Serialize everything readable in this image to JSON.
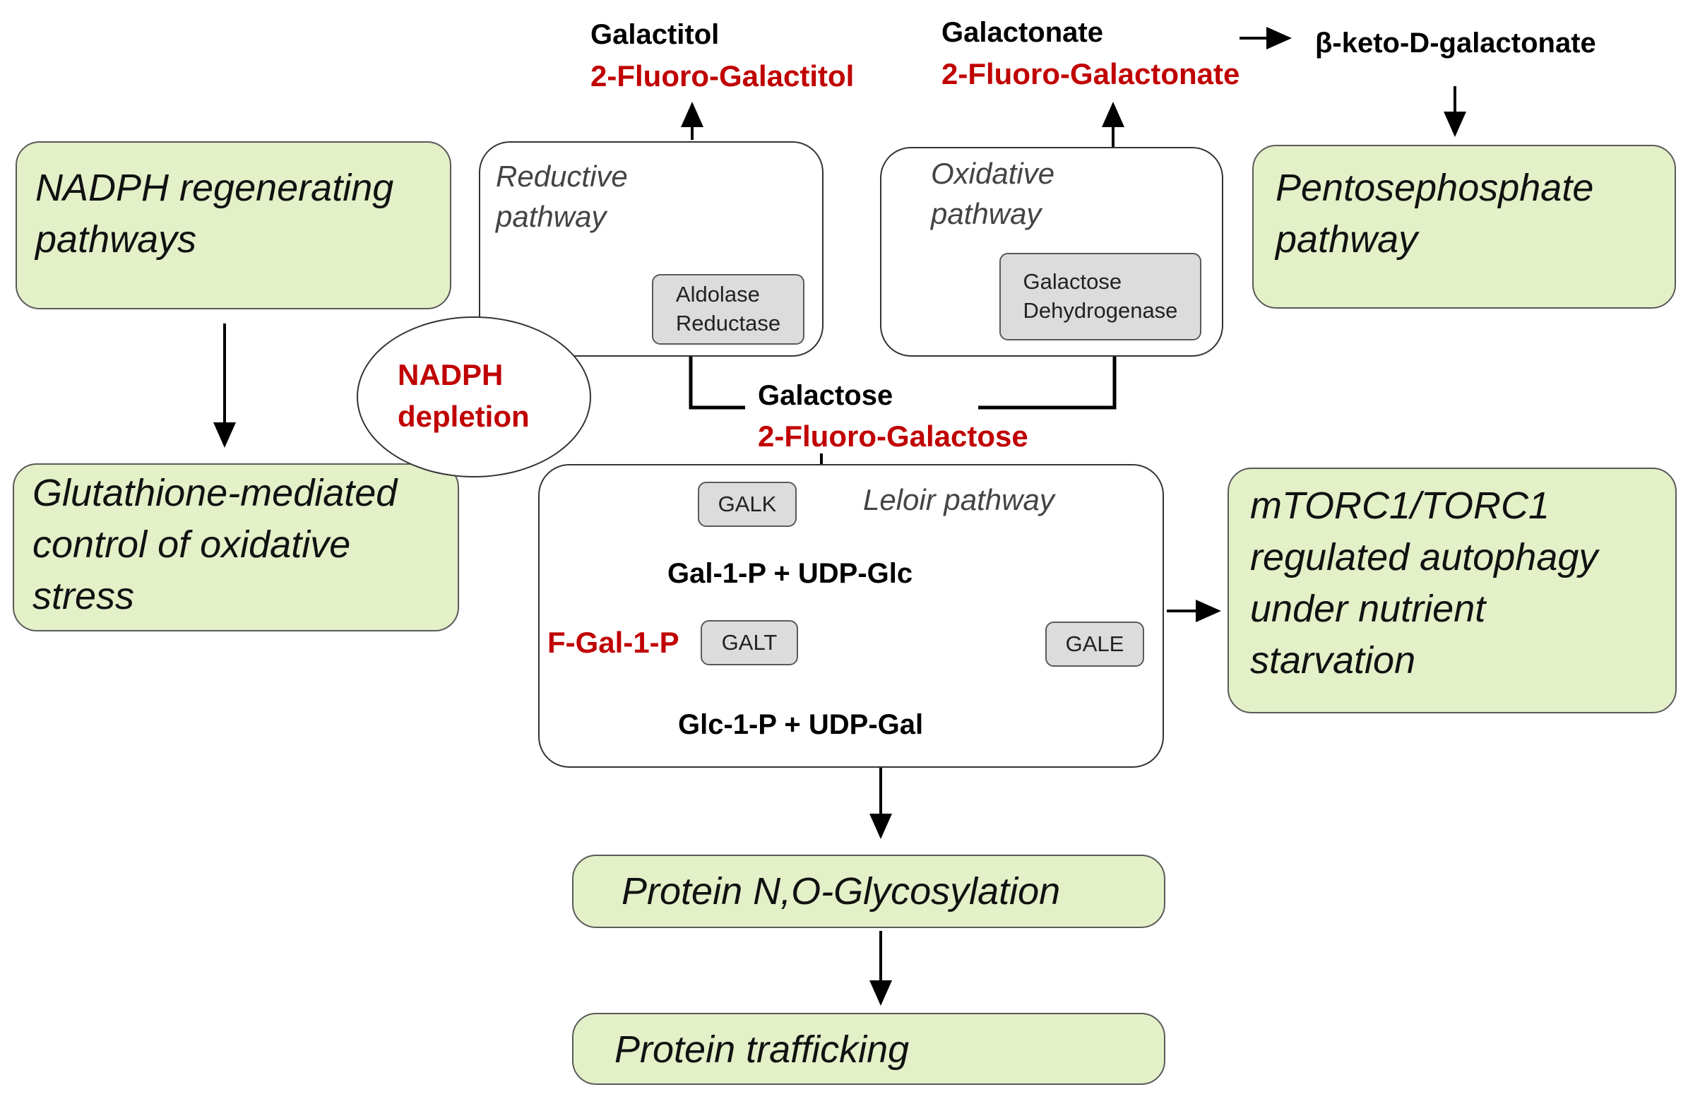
{
  "metabolites": {
    "galactitol": "Galactitol",
    "fluoro_galactitol": "2-Fluoro-Galactitol",
    "galactonate": "Galactonate",
    "fluoro_galactonate": "2-Fluoro-Galactonate",
    "beta_keto": "β-keto-D-galactonate",
    "galactose": "Galactose",
    "fluoro_galactose": "2-Fluoro-Galactose",
    "gal1p_udpglc": "Gal-1-P + UDP-Glc",
    "glc1p_udpgal": "Glc-1-P + UDP-Gal",
    "fgal1p": "F-Gal-1-P"
  },
  "pathways": {
    "reductive": {
      "title": "Reductive\npathway",
      "enzyme": "Aldolase\nReductase"
    },
    "oxidative": {
      "title": "Oxidative\npathway",
      "enzyme": "Galactose\nDehydrogenase"
    },
    "leloir": {
      "title": "Leloir pathway"
    }
  },
  "enzymes": {
    "galk": "GALK",
    "galt": "GALT",
    "gale": "GALE"
  },
  "nadph_depletion": "NADPH\ndepletion",
  "processes": {
    "nadph_regen": "NADPH regenerating\npathways",
    "glutathione": "Glutathione-mediated\ncontrol of oxidative\nstress",
    "pentose": "Pentosephosphate\npathway",
    "mtorc": "mTORC1/TORC1\nregulated autophagy\nunder nutrient\nstarvation",
    "glycosylation": "Protein N,O-Glycosylation",
    "trafficking": "Protein trafficking"
  },
  "colors": {
    "green_box": "#e3f0c8",
    "enzyme_box": "#dcdcdc",
    "fluoro_text": "#c00000",
    "inhibition_bar": "#c00000"
  }
}
